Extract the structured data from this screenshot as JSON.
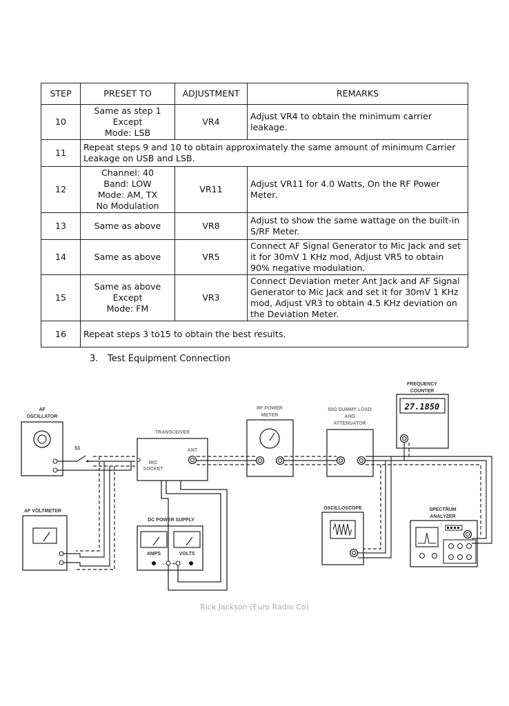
{
  "table": {
    "headers": [
      "STEP",
      "PRESET TO",
      "ADJUSTMENT",
      "REMARKS"
    ],
    "rows": [
      {
        "step": "10",
        "preset_lines": [
          "Same as step 1",
          "Except",
          "Mode: LSB"
        ],
        "adjustment": "VR4",
        "remarks": "Adjust VR4 to obtain the minimum carrier leakage."
      },
      {
        "step": "11",
        "merged": "Repeat steps 9 and 10 to obtain approximately the same amount of minimum Carrier Leakage on USB and LSB."
      },
      {
        "step": "12",
        "preset_lines": [
          "Channel: 40",
          "Band: LOW",
          "Mode: AM, TX",
          "No Modulation"
        ],
        "adjustment": "VR11",
        "remarks": "Adjust VR11 for 4.0 Watts, On the RF Power Meter."
      },
      {
        "step": "13",
        "preset_lines": [
          "Same as above"
        ],
        "adjustment": "VR8",
        "remarks": "Adjust to show the same wattage on the built-in S/RF Meter."
      },
      {
        "step": "14",
        "preset_lines": [
          "Same as above"
        ],
        "adjustment": "VR5",
        "remarks": "Connect AF Signal Generator to Mic Jack and set it for 30mV 1 KHz mod, Adjust VR5 to obtain 90% negative modulation."
      },
      {
        "step": "15",
        "preset_lines": [
          "Same as above",
          "Except",
          "Mode: FM"
        ],
        "adjustment": "VR3",
        "remarks": "Connect Deviation meter Ant Jack and AF Signal Generator to Mic Jack and set it for 30mV 1 KHz mod, Adjust VR3 to obtain 4.5 KHz deviation on the Deviation Meter."
      },
      {
        "step": "16",
        "merged": "Repeat steps 3 to15 to obtain the best results."
      }
    ]
  },
  "section": {
    "number": "3.",
    "title": "Test Equipment Connection"
  },
  "diagram": {
    "af_oscillator": [
      "AF",
      "OSCILLATOR"
    ],
    "switch": "S1",
    "transceiver": "TRANSCEIVER",
    "mic_socket": [
      "MIC",
      "SOCKET"
    ],
    "ant": "ANT",
    "rf_power_meter": [
      "RF POWER",
      "METER"
    ],
    "dummy_load": [
      "50Ω DUMMY LOAD",
      "AND",
      "ATTENUATOR"
    ],
    "frequency_counter": [
      "FREQUENCY",
      "COUNTER"
    ],
    "frequency_reading": "27.1850",
    "af_voltmeter": "AF VOLTMETER",
    "dc_power_supply": "DC POWER SUPPLY",
    "amps": "AMPS",
    "volts": "VOLTS",
    "minus": "-",
    "plus": "+",
    "oscilloscope": "OSCILLOSCOPE",
    "spectrum_analyzer": [
      "SPECTRUM",
      "ANALYZER"
    ]
  },
  "credit": "Rick Jackson (Euro Radio Co)"
}
